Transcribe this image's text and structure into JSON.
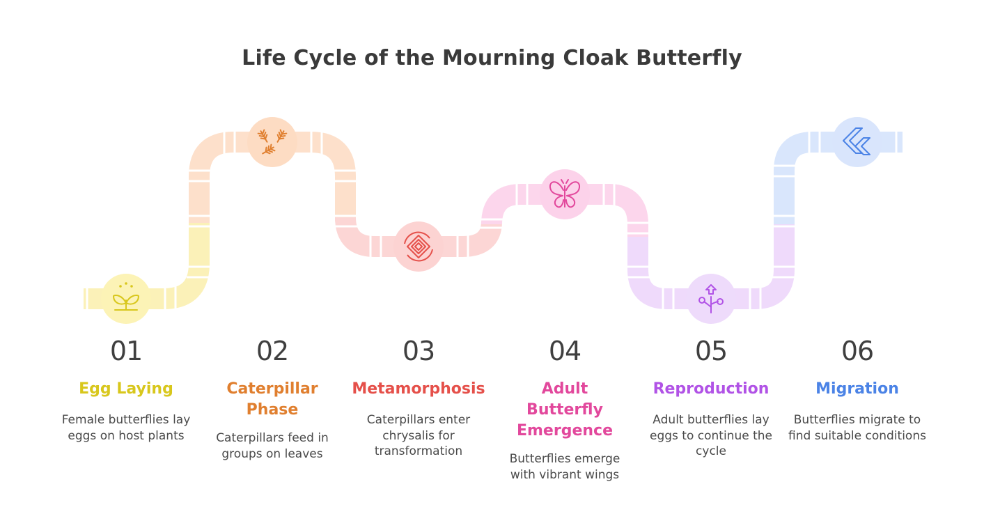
{
  "title": "Life Cycle of the Mourning Cloak Butterfly",
  "steps": [
    {
      "number": "01",
      "title": "Egg Laying",
      "description": "Female butterflies lay eggs on host plants",
      "color": "#d8c71c",
      "pipe_color": "#fbf1b8",
      "circle_color": "#fcf3b6",
      "icon": "sprout-icon"
    },
    {
      "number": "02",
      "title": "Caterpillar Phase",
      "description": "Caterpillars feed in groups on leaves",
      "color": "#e07f2f",
      "pipe_color": "#fde0cb",
      "circle_color": "#fddcc3",
      "icon": "wheat-icon"
    },
    {
      "number": "03",
      "title": "Metamorphosis",
      "description": "Caterpillars enter chrysalis for transformation",
      "color": "#e5504a",
      "pipe_color": "#fcd6d5",
      "circle_color": "#fcd3d2",
      "icon": "chrysalis-icon"
    },
    {
      "number": "04",
      "title": "Adult Butterfly Emergence",
      "description": "Butterflies emerge with vibrant wings",
      "color": "#e2489c",
      "pipe_color": "#fcd6ec",
      "circle_color": "#fcd2ea",
      "icon": "butterfly-icon"
    },
    {
      "number": "05",
      "title": "Reproduction",
      "description": "Adult butterflies lay eggs to continue the cycle",
      "color": "#b153e6",
      "pipe_color": "#efdafb",
      "circle_color": "#eedbfb",
      "icon": "branch-arrow-icon"
    },
    {
      "number": "06",
      "title": "Migration",
      "description": "Butterflies migrate to find suitable conditions",
      "color": "#4b83e6",
      "pipe_color": "#d9e6fc",
      "circle_color": "#d9e5fc",
      "icon": "migration-arrow-icon"
    }
  ]
}
